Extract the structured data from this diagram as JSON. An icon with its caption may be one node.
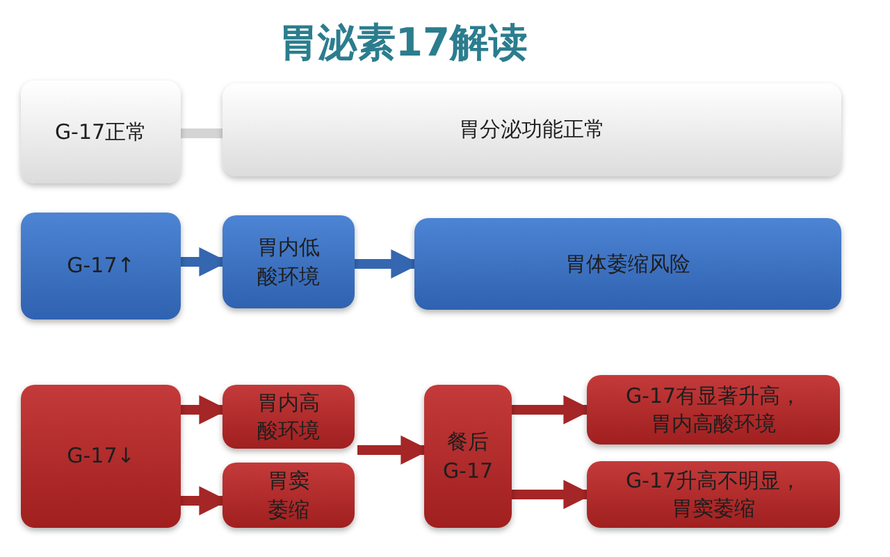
{
  "diagram": {
    "title": "胃泌素17解读",
    "nodes": [
      {
        "text": [
          "G-17正常"
        ]
      },
      {
        "text": [
          "胃分泌功能正常"
        ]
      },
      {
        "text": [
          "G-17↑"
        ]
      },
      {
        "text": [
          "胃内低酸环境"
        ]
      },
      {
        "text": [
          "胃体萎缩风险"
        ]
      },
      {
        "text": [
          "G-17↓"
        ]
      },
      {
        "text": [
          "胃内高酸环境"
        ]
      },
      {
        "text": [
          "胃窦萎缩"
        ]
      },
      {
        "text": [
          "餐后G-17"
        ]
      },
      {
        "text": [
          "G-17有显著升高，胃内高酸环境"
        ]
      },
      {
        "text": [
          "G-17升高不明显，胃窦萎缩"
        ]
      }
    ],
    "edges": [
      {
        "from": 0,
        "to": 1,
        "arrow": "none",
        "color": "#d4d4d4"
      },
      {
        "from": 2,
        "to": 3,
        "arrow": "to",
        "color": "#3566b0"
      },
      {
        "from": 3,
        "to": 4,
        "arrow": "to",
        "color": "#3566b0"
      },
      {
        "from": 5,
        "to": 6,
        "arrow": "to"
      },
      {
        "from": 5,
        "to": 7,
        "arrow": "to"
      },
      {
        "from": 6,
        "to": 8,
        "arrow": "to"
      },
      {
        "from": 7,
        "to": 8,
        "arrow": "to"
      },
      {
        "from": 8,
        "to": 9,
        "arrow": "to"
      },
      {
        "from": 8,
        "to": 10,
        "arrow": "to"
      }
    ]
  }
}
